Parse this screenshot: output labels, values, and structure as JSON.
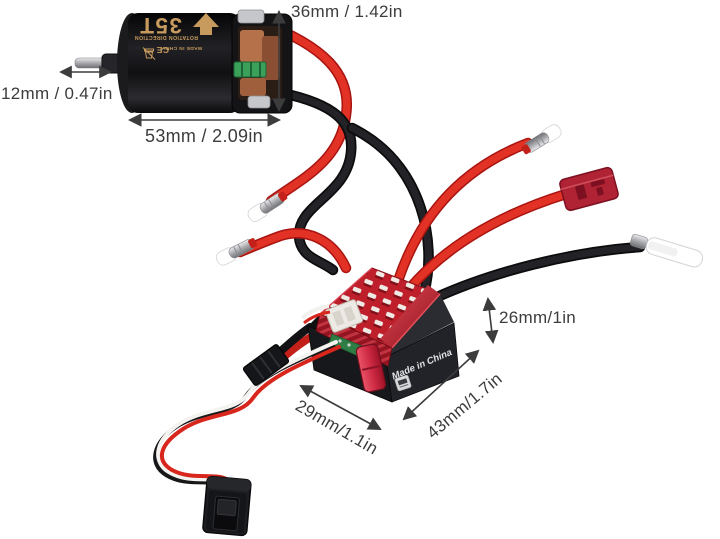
{
  "colors": {
    "wire_red": "#df2b20",
    "wire_black": "#1c1c1e",
    "heatsink_red": "#c2202c",
    "motor_print_gold": "#c79a5d",
    "dimension_text": "#3c3c3c"
  },
  "motor": {
    "turns": "35T",
    "rotation": "ROTATION DIRECTION",
    "origin": "MADE IN CHINA",
    "ce": "CE"
  },
  "esc": {
    "origin": "Made in China"
  },
  "dimensions": {
    "motor_diameter": "36mm / 1.42in",
    "shaft_length": "12mm / 0.47in",
    "motor_length": "53mm / 2.09in",
    "esc_height": "26mm/1in",
    "esc_width": "29mm/1.1in",
    "esc_length": "43mm/1.7in"
  }
}
